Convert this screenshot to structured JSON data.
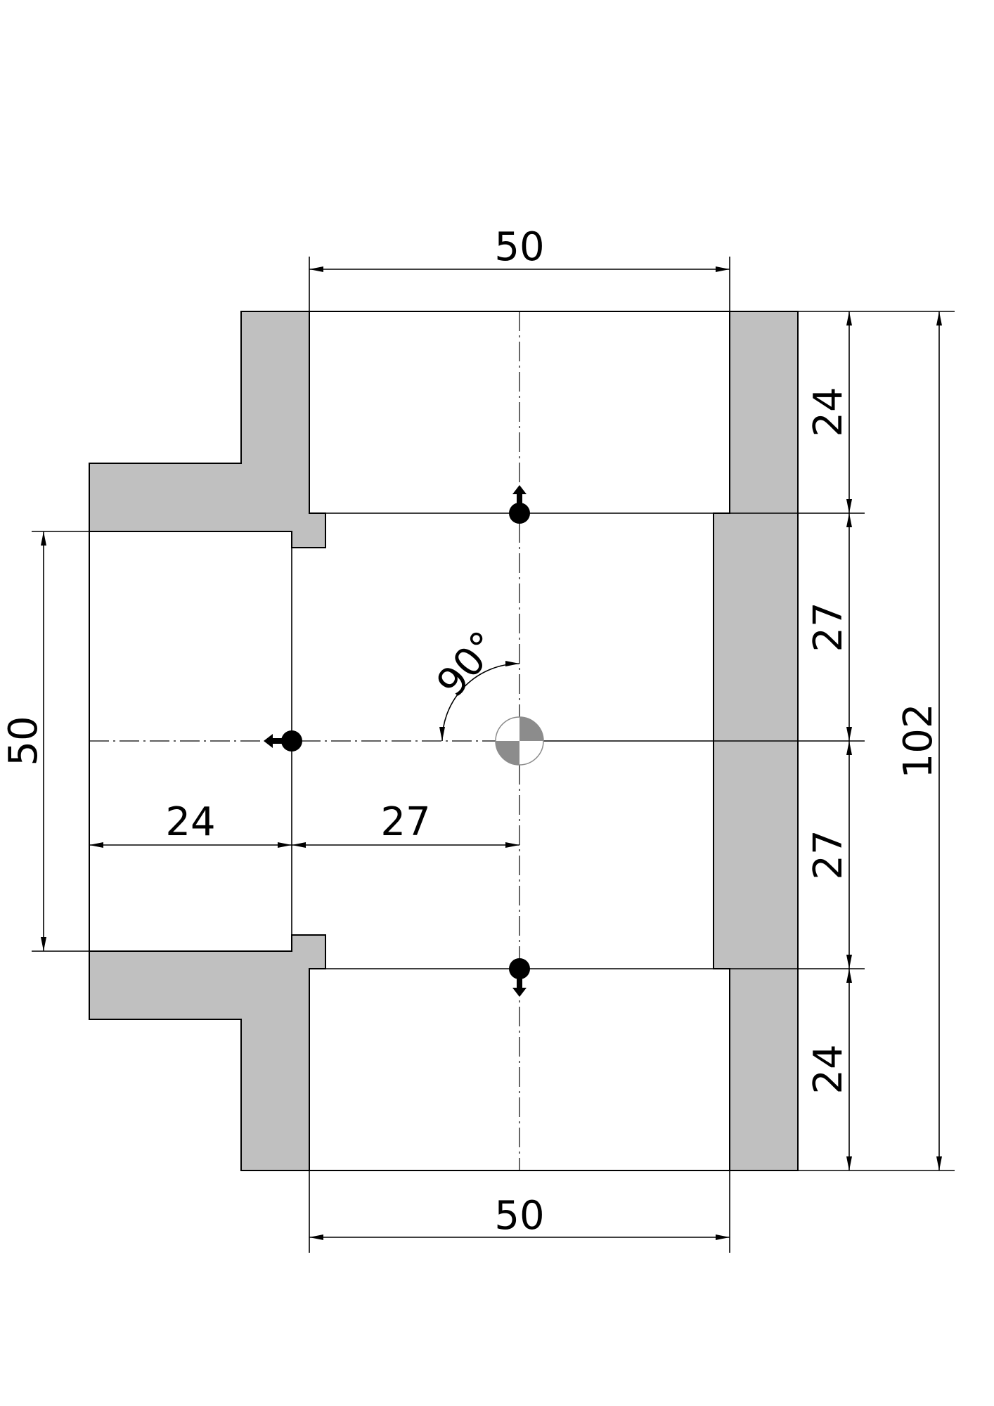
{
  "drawing": {
    "dimensions": {
      "top_width": "50",
      "bottom_width": "50",
      "left_height": "50",
      "left_depth": "24",
      "center_offset_x": "27",
      "right_top": "24",
      "right_upper_mid": "27",
      "right_lower_mid": "27",
      "right_bottom": "24",
      "overall_height": "102",
      "angle": "90°"
    },
    "colors": {
      "wall": "#c0c0c0",
      "line": "#000000",
      "center_mark": "#8c8c8c"
    }
  }
}
